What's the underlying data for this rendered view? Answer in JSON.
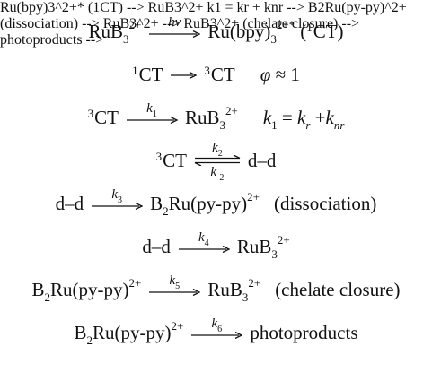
{
  "scheme": {
    "lines": [
      {
        "left": "RuB",
        "left_sub": "3",
        "left_sup": "2+",
        "arrow_label": "hν",
        "right": "Ru(bpy)",
        "right_sub": "3",
        "right_sup": "2+*",
        "note_open": "(",
        "note_presup": "1",
        "note_body": "CT)"
      },
      {
        "left_presup": "1",
        "left": "CT",
        "arrow_symbol": "→",
        "right_presup": "3",
        "right": "CT",
        "phi": "φ",
        "approx": "≈",
        "phi_value": "1"
      },
      {
        "left_presup": "3",
        "left": "CT",
        "arrow_label": "k",
        "arrow_label_sub": "1",
        "right": "RuB",
        "right_sub": "3",
        "right_sup": "2+",
        "k_eq_left": "k",
        "k_eq_left_sub": "1",
        "equals": "=",
        "k_r": "k",
        "k_r_sub": "r",
        "plus": "+",
        "k_nr": "k",
        "k_nr_sub": "nr"
      },
      {
        "left_presup": "3",
        "left": "CT",
        "arrow_top_label": "k",
        "arrow_top_sub": "2",
        "arrow_bottom_label": "k",
        "arrow_bottom_sub": "-2",
        "right": "d–d"
      },
      {
        "left": "d–d",
        "arrow_label": "k",
        "arrow_label_sub": "3",
        "right_pre": "B",
        "right_pre_sub": "2",
        "right": "Ru(py-py)",
        "right_sup": "2+",
        "note": "(dissociation)"
      },
      {
        "left": "d–d",
        "arrow_label": "k",
        "arrow_label_sub": "4",
        "right": "RuB",
        "right_sub": "3",
        "right_sup": "2+"
      },
      {
        "left_pre": "B",
        "left_pre_sub": "2",
        "left": "Ru(py-py)",
        "left_sup": "2+",
        "arrow_label": "k",
        "arrow_label_sub": "5",
        "right": "RuB",
        "right_sub": "3",
        "right_sup": "2+",
        "note": "(chelate closure)"
      },
      {
        "left_pre": "B",
        "left_pre_sub": "2",
        "left": "Ru(py-py)",
        "left_sup": "2+",
        "arrow_label": "k",
        "arrow_label_sub": "6",
        "right": "photoproducts"
      }
    ]
  }
}
